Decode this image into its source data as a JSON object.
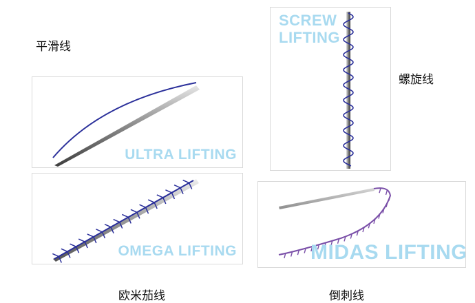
{
  "labels": {
    "smooth": "平滑线",
    "spiral": "螺旋线",
    "cog": "欧米茄线",
    "barbed": "倒刺线"
  },
  "panels": {
    "ultra": {
      "brand": "ULTRA LIFTING"
    },
    "omega": {
      "brand": "OMEGA LIFTING"
    },
    "screw": {
      "brand_line1": "SCREW",
      "brand_line2": "LIFTING"
    },
    "midas": {
      "brand": "MIDAS LIFTING"
    }
  },
  "colors": {
    "brand_text": "#a8daf0",
    "thread_blue": "#2a2f9a",
    "thread_purple": "#7a4fa8",
    "needle": "#9a9a9a",
    "panel_border": "#d9d9d9"
  }
}
